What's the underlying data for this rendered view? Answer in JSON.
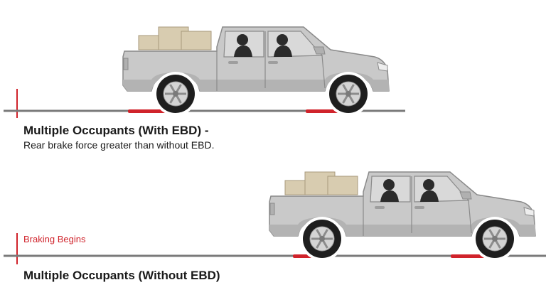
{
  "colors": {
    "body": "#c9c9c9",
    "body_shadow": "#b3b3b3",
    "outline": "#8a8a8a",
    "window": "#d9d9d9",
    "occupant": "#2b2b2b",
    "cargo": "#d8ccb0",
    "cargo_edge": "#a89a7c",
    "tire": "#1e1e1e",
    "rim": "#d4d4d4",
    "road": "#7a7a7a",
    "marker": "#d0232b"
  },
  "panels": [
    {
      "title": "Multiple Occupants (With EBD) -",
      "subtitle": "Rear brake force greater than without EBD."
    },
    {
      "title": "Multiple Occupants (Without EBD)",
      "subtitle": ""
    }
  ],
  "braking_label": "Braking Begins"
}
